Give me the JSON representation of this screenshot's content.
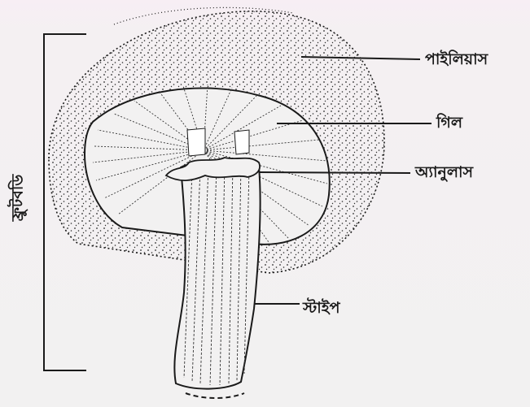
{
  "labels": {
    "pileus": "পাইলিয়াস",
    "gill": "গিল",
    "annulus": "অ্যানুলাস",
    "stipe": "স্টাইপ",
    "fruiting_body": "ফ্রুটবডি"
  },
  "colors": {
    "ink": "#1a1a1a",
    "paper": "#f2f1f1"
  }
}
